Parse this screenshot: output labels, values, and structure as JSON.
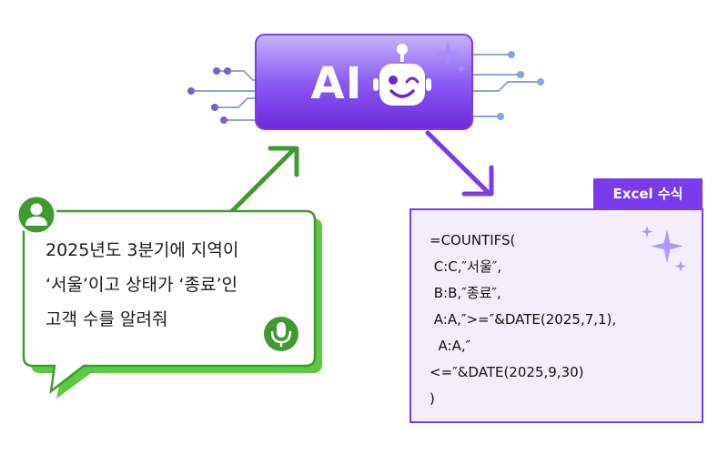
{
  "ai_box": {
    "label": "AI"
  },
  "user_prompt": {
    "lines": [
      "2025년도 3분기에 지역이",
      "‘서울’이고 상태가 ‘종료’인",
      "고객 수를 알려줘"
    ]
  },
  "excel_panel": {
    "tag": "Excel 수식",
    "formula_lines": [
      "=COUNTIFS(",
      " C:C,″서울″,",
      " B:B,″종료″,",
      " A:A,″>=″&DATE(2025,7,1),",
      "  A:A,″",
      "<=″&DATE(2025,9,30)",
      ")"
    ]
  },
  "colors": {
    "purple": "#7c3aed",
    "purple_light": "#a78bfa",
    "green": "#3f9b2f",
    "green_shadow": "#5cc93f",
    "circuit": "#8fa6d8"
  },
  "icons": [
    "robot-icon",
    "sparkle-icon",
    "user-avatar-icon",
    "microphone-icon"
  ]
}
